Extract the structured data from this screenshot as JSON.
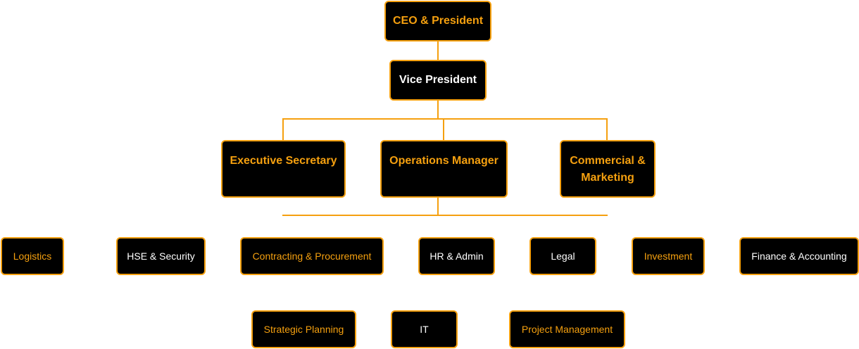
{
  "colors": {
    "accent": "#f5a00f",
    "box": "#000000"
  },
  "top": {
    "ceo": "CEO & President",
    "vp": "Vice President"
  },
  "level2": [
    "Executive Secretary",
    "Operations Manager",
    "Commercial & Marketing"
  ],
  "departments_row1": [
    "Logistics",
    "HSE & Security",
    "Contracting & Procurement",
    "HR & Admin",
    "Legal",
    "Investment",
    "Finance & Accounting"
  ],
  "departments_row2": [
    "Strategic Planning",
    "IT",
    "Project Management"
  ]
}
